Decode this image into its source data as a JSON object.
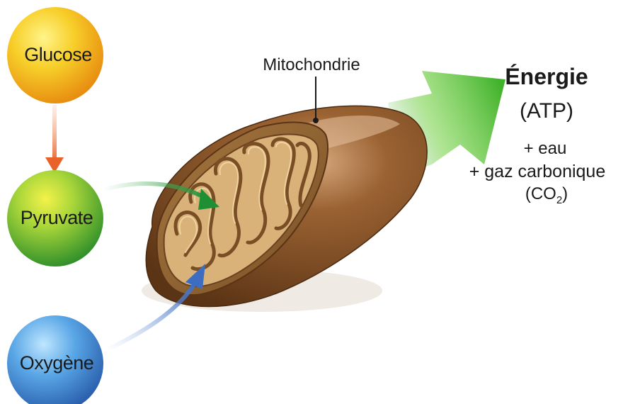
{
  "molecules": {
    "glucose": "Glucose",
    "pyruvate": "Pyruvate",
    "oxygene": "Oxygène"
  },
  "organelle": {
    "label": "Mitochondrie"
  },
  "output": {
    "title": "Énergie",
    "subtitle": "(ATP)",
    "water": "+ eau",
    "gas": "+ gaz carbonique",
    "co2_prefix": "(CO",
    "co2_sub": "2",
    "co2_suffix": ")"
  },
  "colors": {
    "glucose_ball": "#f2b21c",
    "pyruvate_ball": "#5fb534",
    "oxygene_ball": "#3f86c9",
    "mito_outer": "#7a4a22",
    "mito_inner": "#c9a06a",
    "energy_arrow": "#3faa2c",
    "glucose_arrow": "#e8622a",
    "pyruvate_arrow": "#2f9a3a",
    "oxygene_arrow": "#4a78c4"
  }
}
